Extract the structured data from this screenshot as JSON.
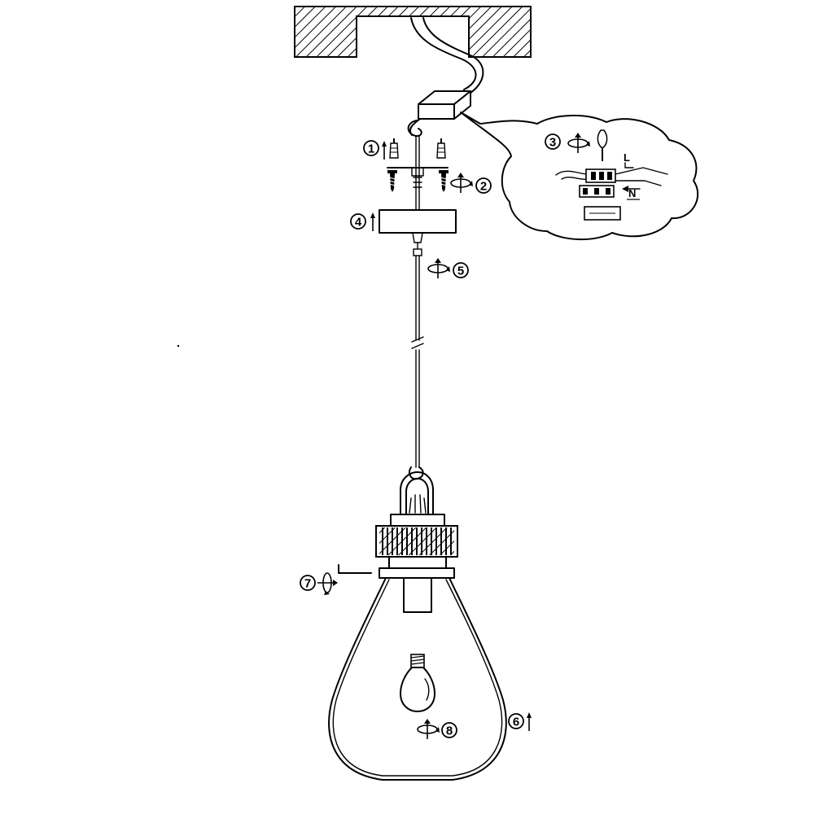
{
  "steps": [
    {
      "number": "1"
    },
    {
      "number": "2"
    },
    {
      "number": "3"
    },
    {
      "number": "4"
    },
    {
      "number": "5"
    },
    {
      "number": "6"
    },
    {
      "number": "7"
    },
    {
      "number": "8"
    }
  ],
  "wiring_labels": {
    "live": "L",
    "neutral": "N"
  },
  "icons": [
    "ceiling-hatch-icon",
    "screw-icon",
    "wall-plug-icon",
    "rotate-arrow-icon",
    "up-arrow-icon",
    "hook-icon",
    "light-bulb-icon",
    "screwdriver-icon"
  ]
}
